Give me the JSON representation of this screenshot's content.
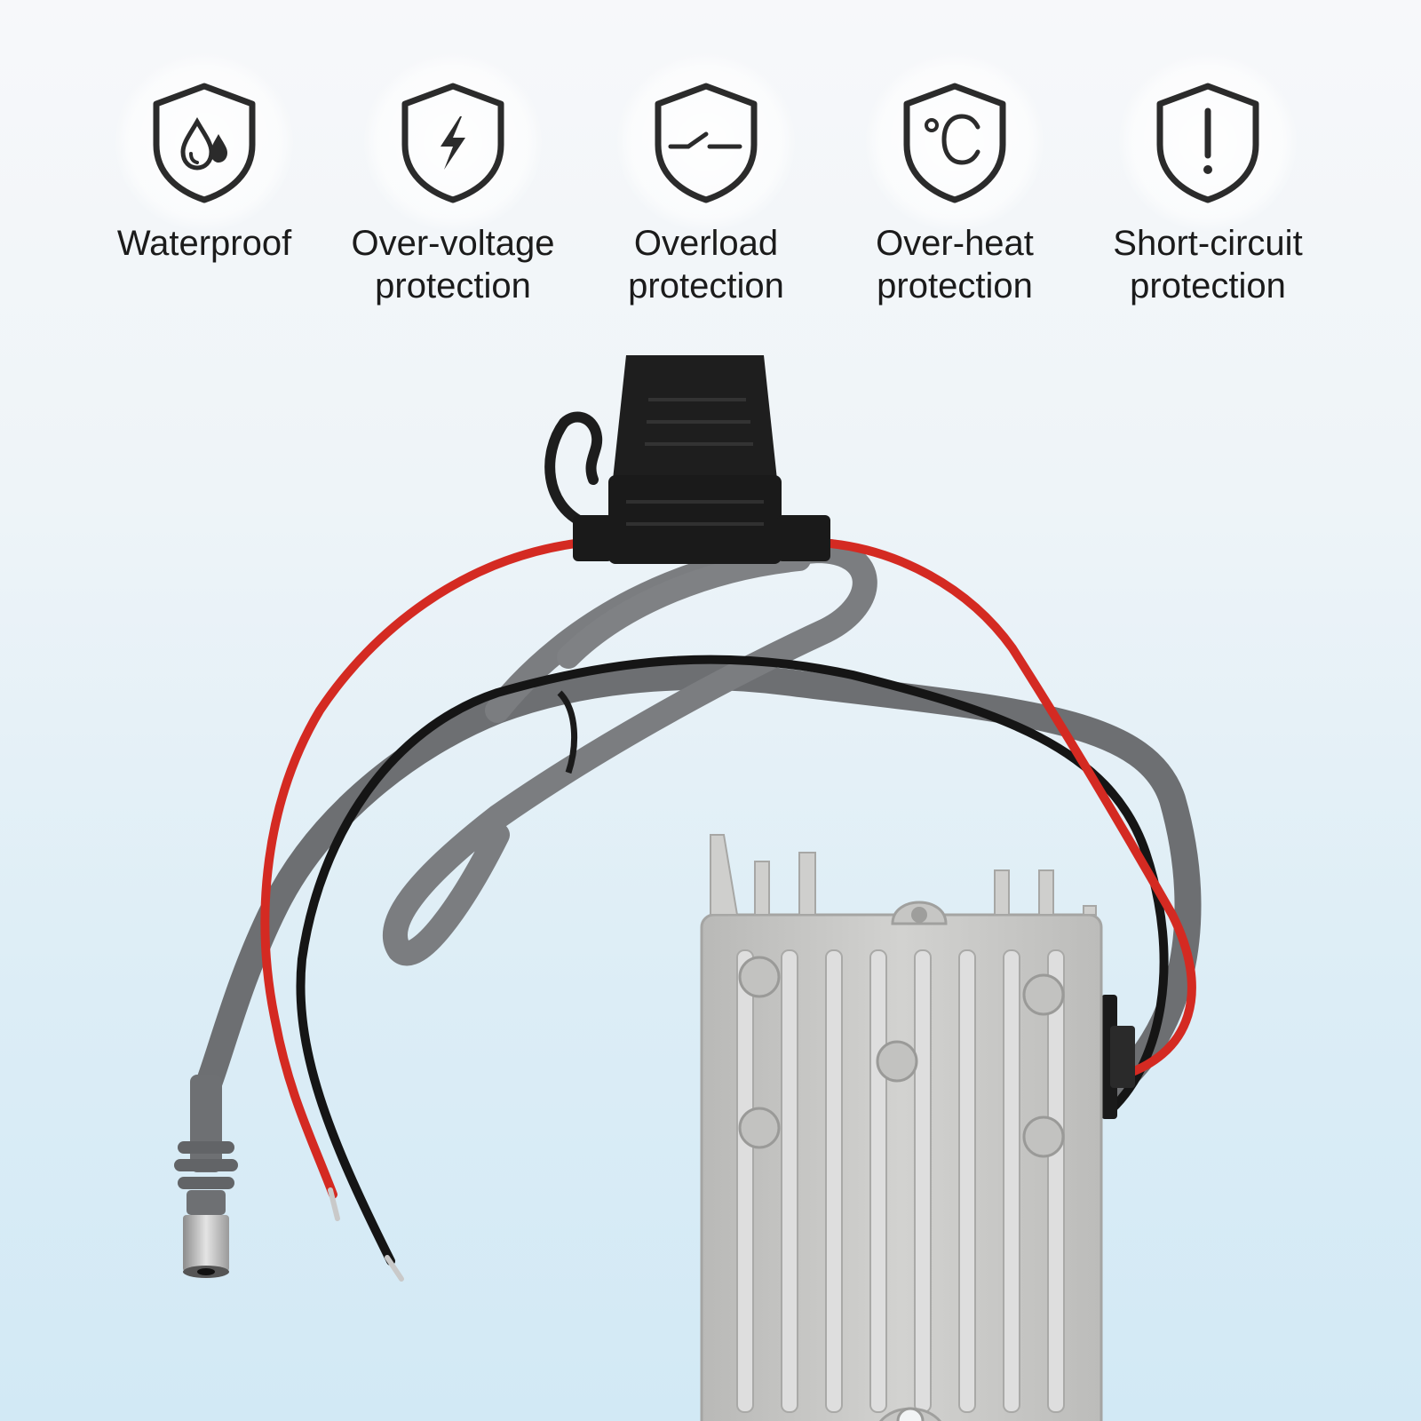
{
  "features": [
    {
      "label": "Waterproof",
      "icon": "water-drop-shield-icon"
    },
    {
      "label": "Over-voltage\nprotection",
      "icon": "lightning-shield-icon"
    },
    {
      "label": "Overload\nprotection",
      "icon": "switch-shield-icon"
    },
    {
      "label": "Over-heat\nprotection",
      "icon": "celsius-shield-icon"
    },
    {
      "label": "Short-circuit\nprotection",
      "icon": "exclamation-shield-icon"
    }
  ],
  "colors": {
    "icon_stroke": "#2b2b2b",
    "wire_red": "#d42a22",
    "wire_gray": "#7b7d80",
    "wire_black": "#151515",
    "housing": "#c7c7c5"
  }
}
